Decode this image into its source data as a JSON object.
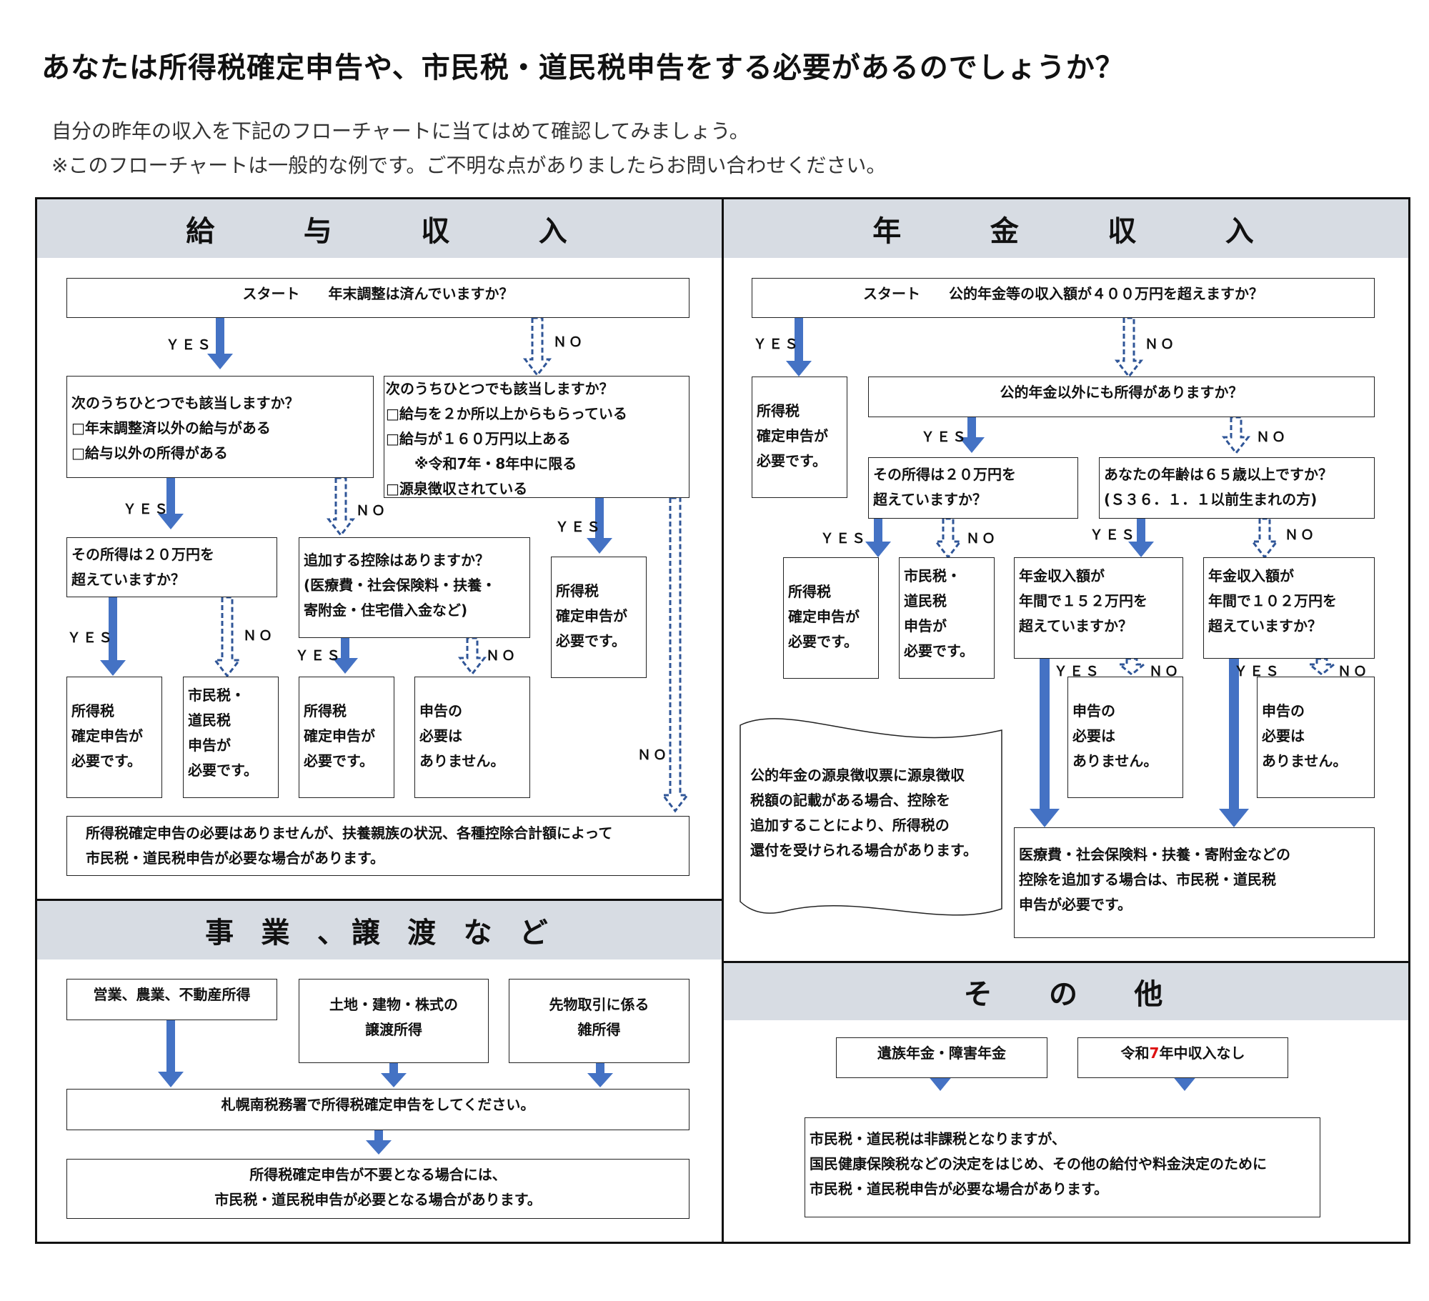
{
  "title": "あなたは所得税確定申告や、市民税・道民税申告をする必要があるのでしょうか？",
  "intro": [
    "自分の昨年の収入を下記のフローチャートに当てはめて確認してみましょう。",
    "※このフローチャートは一般的な例です。ご不明な点がありましたらお問い合わせください。"
  ],
  "colors": {
    "arrow": "#4472c4",
    "dashed_arrow": "#2f5597",
    "header_bg": "#d7dce3",
    "highlight": "#dd1111"
  },
  "labels": {
    "yes": "ＹＥＳ",
    "no": "ＮＯ"
  },
  "salary": {
    "header": [
      "給",
      "与",
      "収",
      "入"
    ],
    "start": "スタート　　年末調整は済んでいますか？",
    "q_yes": [
      "次のうちひとつでも該当しますか？",
      "□年末調整済以外の給与がある",
      "□給与以外の所得がある"
    ],
    "q_no": [
      "次のうちひとつでも該当しますか？",
      "□給与を２か所以上からもらっている",
      "□給与が１６０万円以上ある",
      "　　※令和7年・8年中に限る",
      "□源泉徴収されている"
    ],
    "q_20man": [
      "その所得は２０万円を",
      "超えていますか？"
    ],
    "q_deduction": [
      "追加する控除はありますか？",
      "(医療費・社会保険料・扶養・",
      "寄附金・住宅借入金など)"
    ],
    "r1": [
      "所得税",
      "確定申告が",
      "必要です。"
    ],
    "r2": [
      "市民税・",
      "道民税",
      "申告が",
      "必要です。"
    ],
    "r3": [
      "所得税",
      "確定申告が",
      "必要です。"
    ],
    "r4": [
      "申告の",
      "必要は",
      "ありません。"
    ],
    "r5": [
      "所得税",
      "確定申告が",
      "必要です。"
    ],
    "bottom": [
      "所得税確定申告の必要はありませんが、扶養親族の状況、各種控除合計額によって",
      "市民税・道民税申告が必要な場合があります。"
    ]
  },
  "pension": {
    "header": [
      "年",
      "金",
      "収",
      "入"
    ],
    "start": "スタート　　公的年金等の収入額が４００万円を超えますか？",
    "r_top": [
      "所得税",
      "確定申告が",
      "必要です。"
    ],
    "q_other": "公的年金以外にも所得がありますか？",
    "q_20man": [
      "その所得は２０万円を",
      "超えていますか？"
    ],
    "q_age": [
      "あなたの年齢は６５歳以上ですか？",
      "(Ｓ３６．１．１以前生まれの方)"
    ],
    "r_tax": [
      "所得税",
      "確定申告が",
      "必要です。"
    ],
    "r_city": [
      "市民税・",
      "道民税",
      "申告が",
      "必要です。"
    ],
    "q_152": [
      "年金収入額が",
      "年間で１５２万円を",
      "超えていますか？"
    ],
    "q_102": [
      "年金収入額が",
      "年間で１０２万円を",
      "超えていますか？"
    ],
    "r_none1": [
      "申告の",
      "必要は",
      "ありません。"
    ],
    "r_none2": [
      "申告の",
      "必要は",
      "ありません。"
    ],
    "note": [
      "公的年金の源泉徴収票に源泉徴収",
      "税額の記載がある場合、控除を",
      "追加することにより、所得税の",
      "還付を受けられる場合があります。"
    ],
    "bottom": [
      "医療費・社会保険料・扶養・寄附金などの",
      "控除を追加する場合は、市民税・道民税",
      "申告が必要です。"
    ]
  },
  "business": {
    "header": [
      "事",
      "業",
      "、譲",
      "渡",
      "な",
      "ど"
    ],
    "b1": "営業、農業、不動産所得",
    "b2": [
      "土地・建物・株式の",
      "譲渡所得"
    ],
    "b3": [
      "先物取引に係る",
      "雑所得"
    ],
    "mid": "札幌南税務署で所得税確定申告をしてください。",
    "bottom": [
      "所得税確定申告が不要となる場合には、",
      "市民税・道民税申告が必要となる場合があります。"
    ]
  },
  "other": {
    "header": [
      "そ",
      "の",
      "他"
    ],
    "b1": "遺族年金・障害年金",
    "b2_pre": "令和",
    "b2_num": "7",
    "b2_post": "年中収入なし",
    "bottom": [
      "市民税・道民税は非課税となりますが、",
      "国民健康保険税などの決定をはじめ、その他の給付や料金決定のために",
      "市民税・道民税申告が必要な場合があります。"
    ]
  }
}
